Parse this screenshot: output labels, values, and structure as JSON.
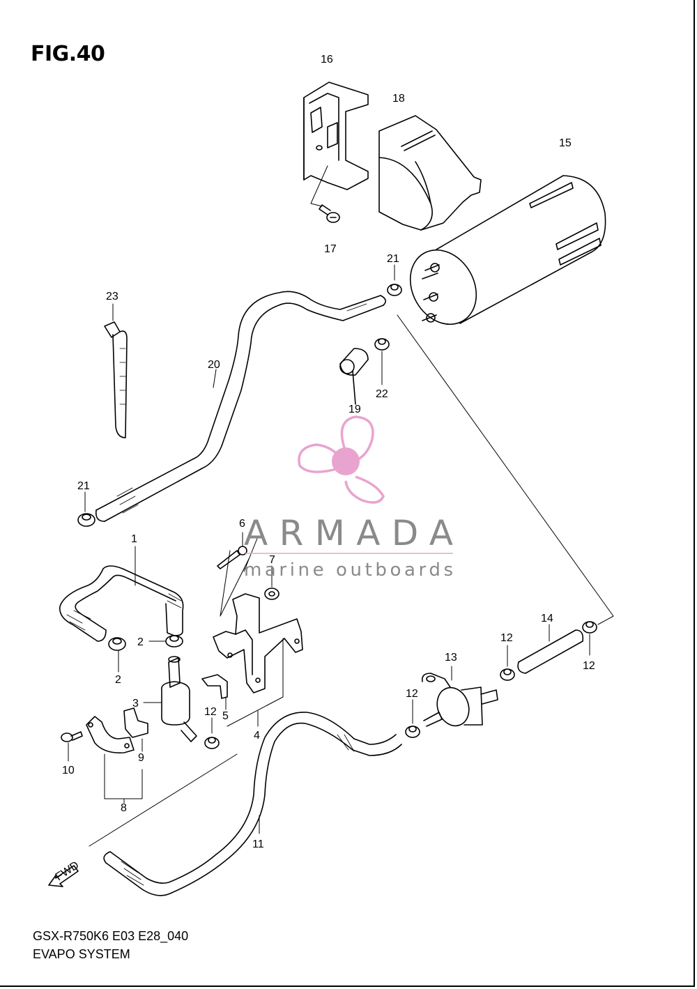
{
  "figure": {
    "title": "FIG.40"
  },
  "footer": {
    "code": "GSX-R750K6 E03 E28_040",
    "name": "EVAPO SYSTEM"
  },
  "watermark": {
    "brand": "ARMADA",
    "tagline": "marine outboards",
    "color": "#e9a3cf"
  },
  "fwd_label": "FWD",
  "callouts": {
    "c1": "1",
    "c2a": "2",
    "c2b": "2",
    "c3": "3",
    "c4": "4",
    "c5": "5",
    "c6": "6",
    "c7": "7",
    "c8": "8",
    "c9": "9",
    "c10": "10",
    "c11": "11",
    "c12a": "12",
    "c12b": "12",
    "c12c": "12",
    "c12d": "12",
    "c13": "13",
    "c14": "14",
    "c15": "15",
    "c16": "16",
    "c17": "17",
    "c18": "18",
    "c19": "19",
    "c20": "20",
    "c21a": "21",
    "c21b": "21",
    "c22": "22",
    "c23": "23"
  }
}
